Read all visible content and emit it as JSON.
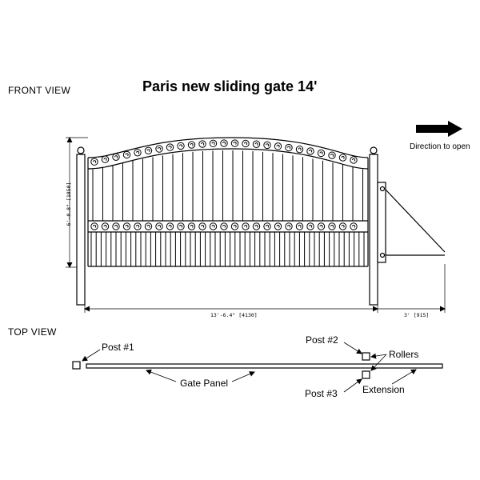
{
  "front_view": {
    "heading": "FRONT VIEW",
    "title": "Paris new sliding gate 14'",
    "direction_label": "Direction to open",
    "height_dim": "6'-0.8\" [1850]",
    "width_dim": "13'-6.4\" [4130]",
    "extension_dim": "3' [915]"
  },
  "top_view": {
    "heading": "TOP  VIEW",
    "labels": {
      "post1": "Post #1",
      "post2": "Post #2",
      "post3": "Post #3",
      "rollers": "Rollers",
      "gate_panel": "Gate Panel",
      "extension": "Extension"
    }
  }
}
